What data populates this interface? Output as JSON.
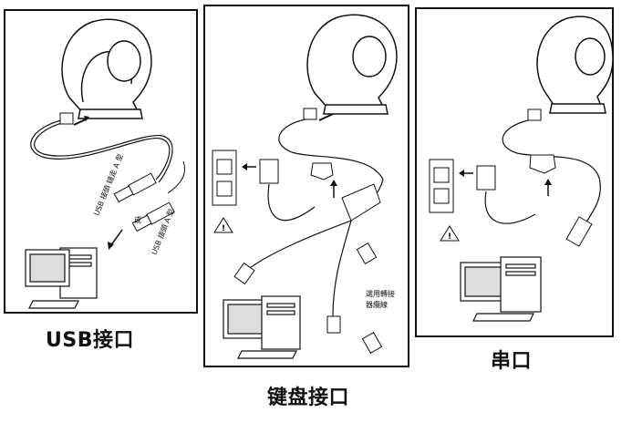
{
  "panels": [
    {
      "id": "usb",
      "caption": "USB接口",
      "labels": {
        "connector": "USB 接頭 鏈走 A 型",
        "or": "或",
        "connector2": "USB 接頭 A 型"
      }
    },
    {
      "id": "keyboard",
      "caption": "键盘接口",
      "labels": {
        "optional": "選用轉接",
        "cable": "器纜線"
      }
    },
    {
      "id": "serial",
      "caption": "串口",
      "labels": {}
    }
  ]
}
